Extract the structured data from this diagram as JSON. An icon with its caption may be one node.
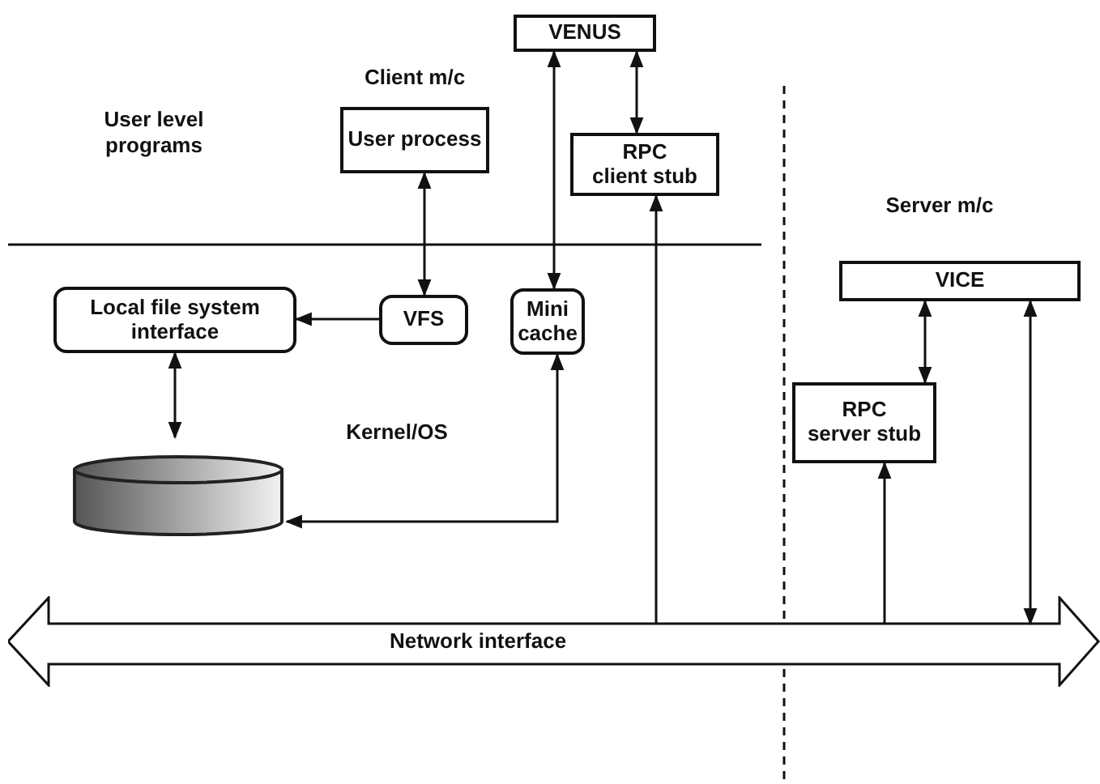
{
  "diagram": {
    "nodes": [
      {
        "text": [
          "VENUS"
        ]
      },
      {
        "text": [
          "User process"
        ]
      },
      {
        "text": [
          "RPC",
          "client stub"
        ]
      },
      {
        "text": [
          "Local file system interface"
        ]
      },
      {
        "text": [
          "VFS"
        ]
      },
      {
        "text": [
          "Mini cache"
        ]
      },
      {
        "text": [],
        "shape": "cylinder"
      },
      {
        "text": [
          "VICE"
        ]
      },
      {
        "text": [
          "RPC",
          "server stub"
        ]
      },
      {
        "text": [
          "Network interface"
        ]
      }
    ],
    "edges": [
      {
        "from": 0,
        "to": 5,
        "arrow": "both"
      },
      {
        "from": 0,
        "to": 2,
        "arrow": "both"
      },
      {
        "from": 1,
        "to": 4,
        "arrow": "both"
      },
      {
        "from": 4,
        "to": 3,
        "arrow": "to"
      },
      {
        "from": 3,
        "to": 6,
        "arrow": "both"
      },
      {
        "from": 5,
        "to": 6,
        "arrow": "both"
      },
      {
        "from": 9,
        "to": 2,
        "arrow": "to"
      },
      {
        "from": 9,
        "to": 8,
        "arrow": "to"
      },
      {
        "from": 7,
        "to": 8,
        "arrow": "both"
      },
      {
        "from": 7,
        "to": 9,
        "arrow": "both"
      }
    ],
    "labels": [
      "Client m/c",
      "User level programs",
      "Server m/c",
      "Kernel/OS"
    ]
  }
}
